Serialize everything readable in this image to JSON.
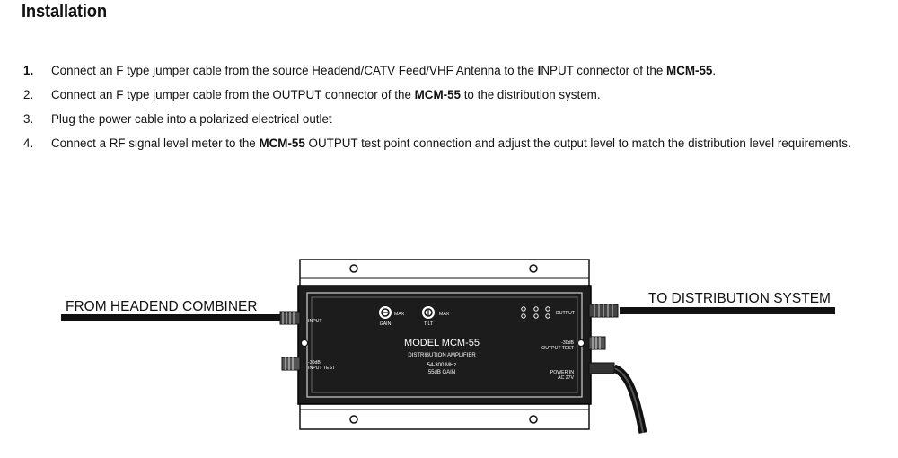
{
  "page": {
    "title": "Installation"
  },
  "steps": [
    {
      "number": "1.",
      "parts": [
        {
          "text": "Connect an F type jumper cable from the source Headend/CATV Feed/VHF Antenna to the ",
          "bold": false
        },
        {
          "text": "I",
          "bold": true
        },
        {
          "text": "NPUT connector of the ",
          "bold": false
        },
        {
          "text": "MCM-55",
          "bold": true
        },
        {
          "text": ".",
          "bold": false
        }
      ]
    },
    {
      "number": "2.",
      "parts": [
        {
          "text": "Connect an F type jumper cable from the OUTPUT connector of the ",
          "bold": false
        },
        {
          "text": "MCM-55",
          "bold": true
        },
        {
          "text": " to the distribution system.",
          "bold": false
        }
      ]
    },
    {
      "number": "3.",
      "parts": [
        {
          "text": "Plug the power cable into a polarized electrical outlet",
          "bold": false
        }
      ]
    },
    {
      "number": "4.",
      "parts": [
        {
          "text": "Connect a RF signal level meter to the ",
          "bold": false
        },
        {
          "text": "MCM-55",
          "bold": true
        },
        {
          "text": " OUTPUT test point connection and adjust the output level to match the distribution level requirements.",
          "bold": false
        }
      ]
    }
  ],
  "diagram": {
    "left_label": "FROM HEADEND COMBINER",
    "right_label": "TO DISTRIBUTION SYSTEM",
    "input_label": "INPUT",
    "input_test_db": "-30dB",
    "input_test_label": "INPUT TEST",
    "gain_label": "GAIN",
    "gain_max": "MAX",
    "tilt_label": "TILT",
    "tilt_max": "MAX",
    "model": "MODEL MCM-55",
    "description": "DISTRIBUTION AMPLIFIER",
    "frequency": "54-300 MHz",
    "gain_spec": "55dB GAIN",
    "output_label": "OUTPUT",
    "output_test_db": "-30dB",
    "output_test_label": "OUTPUT TEST",
    "power_label": "POWER IN",
    "power_voltage": "AC 27V"
  }
}
